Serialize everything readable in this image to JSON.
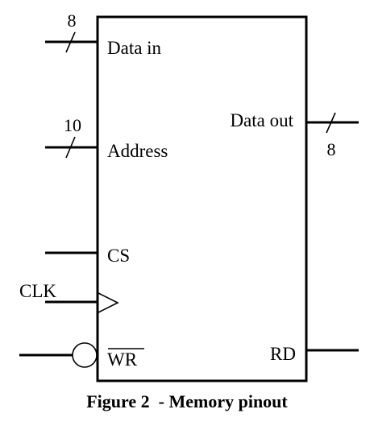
{
  "diagram": {
    "title": "",
    "caption": "Figure 2  - Memory pinout",
    "pins": {
      "data_in": {
        "label": "Data in",
        "bus_width": "8"
      },
      "address": {
        "label": "Address",
        "bus_width": "10"
      },
      "cs": {
        "label": "CS"
      },
      "clk": {
        "label": "CLK"
      },
      "wr": {
        "label": "WR"
      },
      "data_out": {
        "label": "Data out",
        "bus_width": "8"
      },
      "rd": {
        "label": "RD"
      }
    },
    "colors": {
      "line": "#000000",
      "background": "#ffffff"
    }
  }
}
